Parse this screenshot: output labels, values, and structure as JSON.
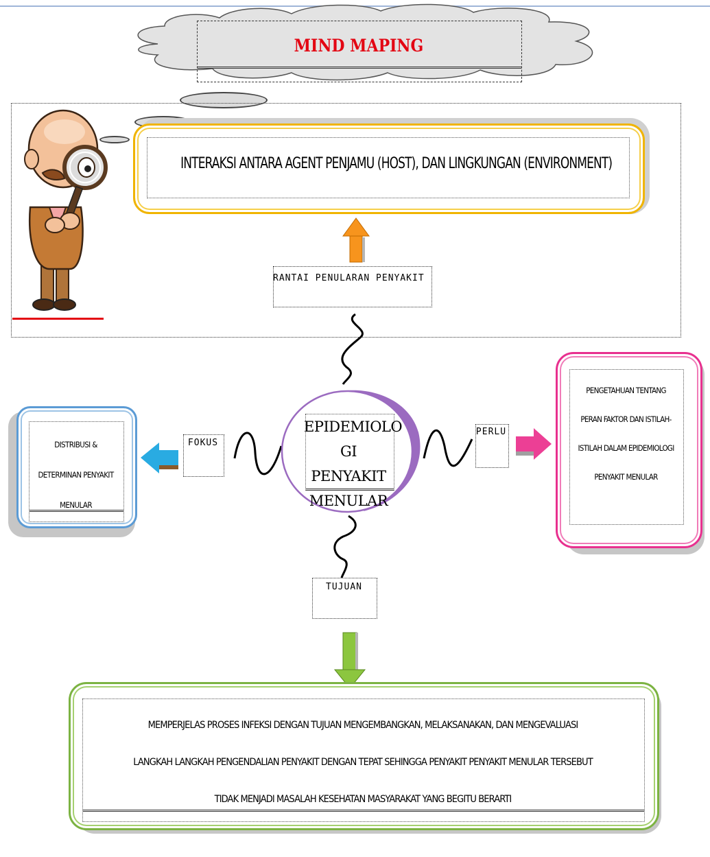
{
  "title": "MIND MAPING",
  "colors": {
    "title": "#e30613",
    "yellow": "#f0b400",
    "blue": "#5b9bd5",
    "pink": "#e8308f",
    "green": "#7cb342",
    "orange_arrow": "#f7941d",
    "blue_arrow": "#29abe2",
    "pink_arrow": "#ec3f95",
    "green_arrow": "#8cc63f"
  },
  "center": {
    "label": "EPIDEMIOLO GI PENYAKIT MENULAR",
    "lines": [
      "EPIDEMIOLO",
      "GI PENYAKIT",
      "MENULAR"
    ]
  },
  "top_node": {
    "text": "INTERAKSI ANTARA AGENT PENJAMU (HOST), DAN LINGKUNGAN (ENVIRONMENT)"
  },
  "links": {
    "top": "RANTAI PENULARAN PENYAKIT",
    "left": "FOKUS",
    "right": "PERLU",
    "bottom": "TUJUAN"
  },
  "left_node": {
    "lines": [
      "DISTRIBUSI &",
      "DETERMINAN PENYAKIT",
      "MENULAR"
    ]
  },
  "right_node": {
    "lines": [
      "PENGETAHUAN TENTANG",
      "PERAN FAKTOR DAN ISTILAH-",
      "ISTILAH DALAM EPIDEMIOLOGI",
      "PENYAKIT MENULAR"
    ]
  },
  "bottom_node": {
    "lines": [
      "MEMPERJELAS PROSES INFEKSI DENGAN TUJUAN MENGEMBANGKAN, MELAKSANAKAN, DAN MENGEVALUASI",
      "LANGKAH LANGKAH PENGENDALIAN PENYAKIT DENGAN TEPAT SEHINGGA PENYAKIT PENYAKIT MENULAR TERSEBUT",
      "TIDAK MENJADI MASALAH KESEHATAN MASYARAKAT YANG BEGITU BERARTI"
    ]
  },
  "icons": {
    "character": "detective-magnifier-icon",
    "up_arrow": "arrow-up-icon",
    "left_arrow": "arrow-left-icon",
    "right_arrow": "arrow-right-icon",
    "down_arrow": "arrow-down-icon"
  }
}
